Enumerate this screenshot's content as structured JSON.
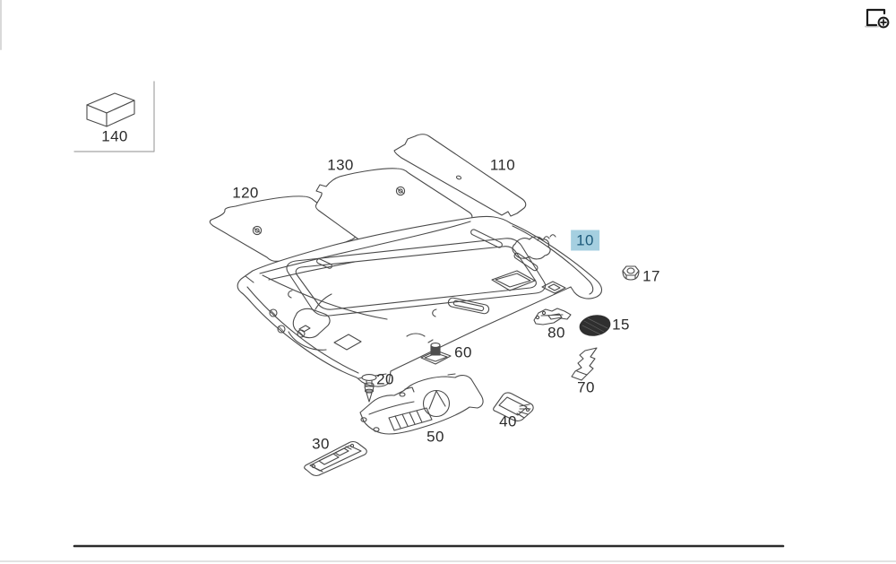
{
  "figure_title": "",
  "header": {
    "enlarge_icon": "frame-with-plus-icon"
  },
  "inset": {
    "part_label": "140"
  },
  "callouts": [
    {
      "label": "140",
      "highlighted": false
    },
    {
      "label": "120",
      "highlighted": false
    },
    {
      "label": "130",
      "highlighted": false
    },
    {
      "label": "110",
      "highlighted": false
    },
    {
      "label": "10",
      "highlighted": true
    },
    {
      "label": "17",
      "highlighted": false
    },
    {
      "label": "15",
      "highlighted": false
    },
    {
      "label": "80",
      "highlighted": false
    },
    {
      "label": "60",
      "highlighted": false
    },
    {
      "label": "70",
      "highlighted": false
    },
    {
      "label": "20",
      "highlighted": false
    },
    {
      "label": "50",
      "highlighted": false
    },
    {
      "label": "40",
      "highlighted": false
    },
    {
      "label": "30",
      "highlighted": false
    }
  ],
  "colors": {
    "background": "#ffffff",
    "diagram_line": "#4a4a4a",
    "label_text": "#2b2b2b",
    "highlight_bg": "#a5cfe0",
    "highlight_text": "#1d5a7a",
    "grille_fill": "#2f2f2f",
    "rule_dark": "#2b2b2b",
    "rule_light": "#e2e2e2",
    "icon_color": "#1a1a1a"
  }
}
